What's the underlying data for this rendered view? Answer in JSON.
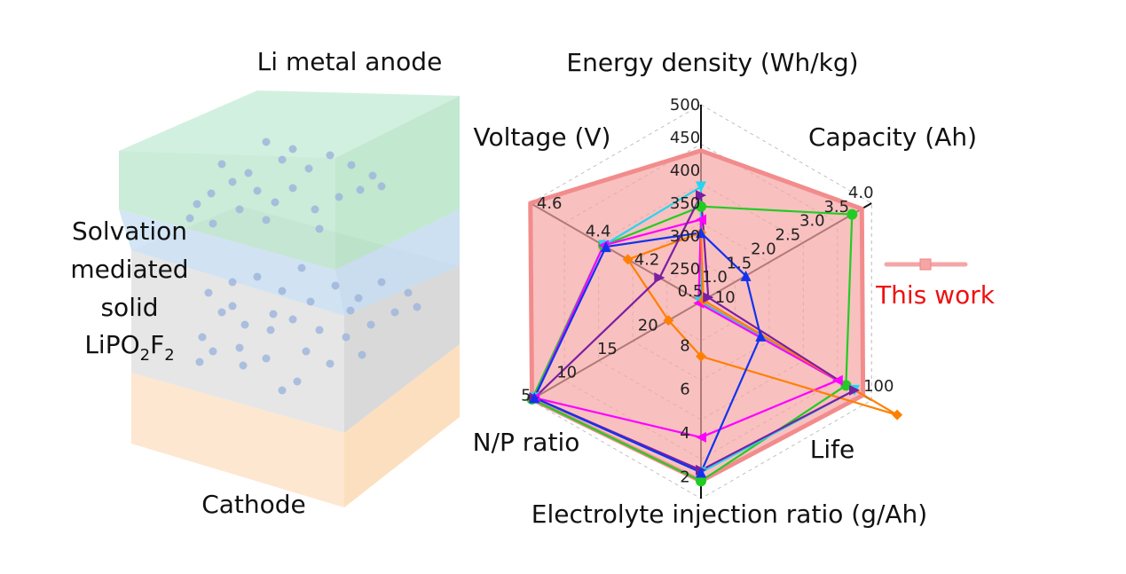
{
  "illustration": {
    "labels": {
      "anode": "Li metal anode",
      "interphase": [
        "Solvation",
        "mediated",
        "solid"
      ],
      "formula": {
        "base1": "LiPO",
        "sub1": "2",
        "base2": "F",
        "sub2": "2"
      },
      "cathode": "Cathode"
    },
    "colors": {
      "anode": "#bfe8cf",
      "interphase": "#cfe3f3",
      "cathode": "#fbdcbc",
      "particles": "#9fb6dc"
    }
  },
  "chart_data": {
    "type": "radar",
    "axes": [
      {
        "label": "Energy density (Wh/kg)",
        "min": 200,
        "max": 500,
        "ticks": [
          "250",
          "300",
          "350",
          "400",
          "450",
          "500"
        ]
      },
      {
        "label": "Capacity (Ah)",
        "min": 0.5,
        "max": 4.0,
        "ticks": [
          "0.5",
          "1.0",
          "1.5",
          "2.0",
          "2.5",
          "3.0",
          "3.5",
          "4.0"
        ]
      },
      {
        "label": "Life",
        "min": 0,
        "max": 100,
        "ticks": [
          "10",
          "100"
        ]
      },
      {
        "label": "Electrolyte injection ratio (g/Ah)",
        "min": 10,
        "max": 1,
        "ticks": [
          "8",
          "6",
          "4",
          "2"
        ]
      },
      {
        "label": "N/P ratio",
        "min": 25,
        "max": 4,
        "ticks": [
          "20",
          "15",
          "10",
          "5"
        ]
      },
      {
        "label": "Voltage (V)",
        "min": 4.0,
        "max": 4.7,
        "ticks": [
          "4.2",
          "4.4",
          "4.6"
        ]
      }
    ],
    "series": [
      {
        "name": "This work",
        "color": "#f08080",
        "marker": "square",
        "fill": true,
        "values": [
          430,
          3.8,
          95,
          1.8,
          4.2,
          4.7
        ]
      },
      {
        "color": "#22cc22",
        "marker": "circle",
        "values": [
          345,
          3.6,
          85,
          1.8,
          4.2,
          4.4
        ]
      },
      {
        "color": "#22d6f0",
        "marker": "triangle-down",
        "values": [
          375,
          0.48,
          90,
          2.2,
          4.5,
          4.4
        ]
      },
      {
        "color": "#ff00ff",
        "marker": "triangle-left",
        "values": [
          325,
          0.45,
          80,
          3.8,
          4.5,
          4.4
        ]
      },
      {
        "color": "#ff8000",
        "marker": "diamond",
        "values": [
          305,
          0.55,
          115,
          7.5,
          21,
          4.3
        ]
      },
      {
        "color": "#7a1fa2",
        "marker": "triangle-right",
        "values": [
          362,
          0.65,
          90,
          2.3,
          4.5,
          4.17
        ]
      },
      {
        "color": "#1133ee",
        "marker": "triangle-up",
        "values": [
          305,
          1.42,
          35,
          2.2,
          4.5,
          4.39
        ]
      }
    ],
    "legend": {
      "position": "right",
      "label": "This work",
      "color": "#ee1111"
    },
    "grid": true
  }
}
